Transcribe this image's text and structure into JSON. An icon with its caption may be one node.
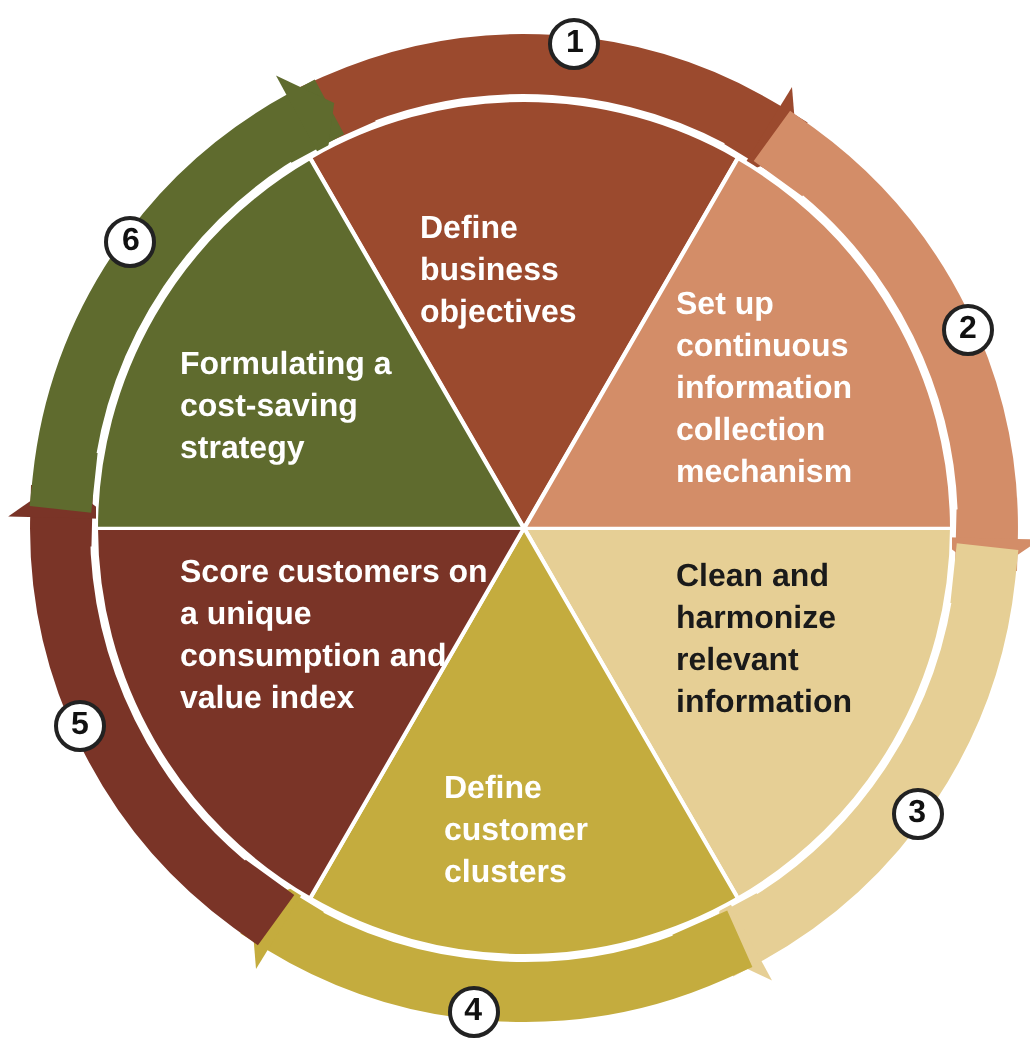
{
  "diagram": {
    "nodes": [
      {
        "text": [
          "Define business objectives"
        ]
      },
      {
        "text": [
          "Set up continuous information collection mechanism"
        ]
      },
      {
        "text": [
          "Clean and harmonize relevant information"
        ]
      },
      {
        "text": [
          "Define customer clusters"
        ]
      },
      {
        "text": [
          "Score customers on a unique consumption and value index"
        ]
      },
      {
        "text": [
          "Formulating a cost-saving strategy"
        ]
      }
    ],
    "edges": [
      {
        "from": 0,
        "to": 1,
        "arrow": "to",
        "label": "1",
        "color": "#9b4a2e"
      },
      {
        "from": 1,
        "to": 2,
        "arrow": "to",
        "label": "2",
        "color": "#d38d68"
      },
      {
        "from": 2,
        "to": 3,
        "arrow": "to",
        "label": "3",
        "color": "#e6cf95"
      },
      {
        "from": 3,
        "to": 4,
        "arrow": "to",
        "label": "4",
        "color": "#c4ac3e"
      },
      {
        "from": 4,
        "to": 5,
        "arrow": "to",
        "label": "5",
        "color": "#7a3427"
      },
      {
        "from": 5,
        "to": 0,
        "arrow": "to",
        "label": "6",
        "color": "#5f6b2e"
      }
    ]
  }
}
